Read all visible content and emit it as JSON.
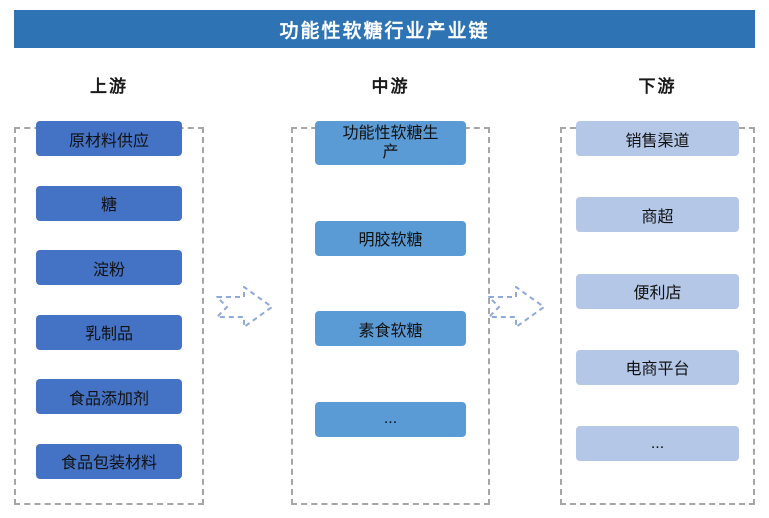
{
  "title": "功能性软糖行业产业链",
  "columns": [
    {
      "header": "上游",
      "items": [
        "原材料供应",
        "糖",
        "淀粉",
        "乳制品",
        "食品添加剂",
        "食品包装材料"
      ]
    },
    {
      "header": "中游",
      "items": [
        "功能性软糖生产",
        "明胶软糖",
        "素食软糖",
        "..."
      ]
    },
    {
      "header": "下游",
      "items": [
        "销售渠道",
        "商超",
        "便利店",
        "电商平台",
        "..."
      ]
    }
  ],
  "arrows": {
    "count": 2,
    "direction": "right",
    "style": "dashed-outline"
  },
  "colors": {
    "title_bar": "#2E74B5",
    "upstream_box": "#4472C4",
    "midstream_box": "#5B9BD5",
    "downstream_box": "#B4C7E7",
    "arrow_stroke": "#8EA9DB",
    "dashed_border": "#A6A6A6"
  }
}
